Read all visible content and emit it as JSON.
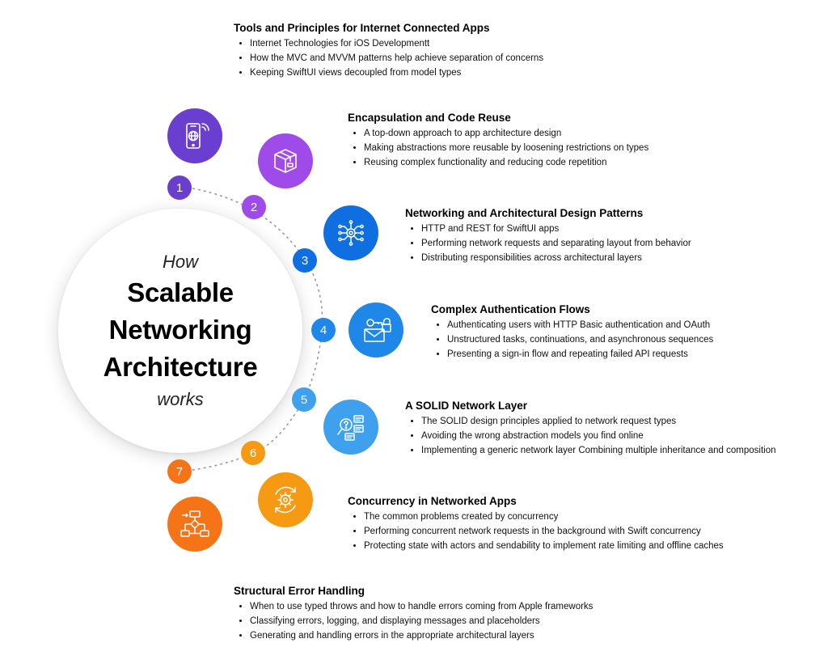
{
  "center": {
    "lead": "How",
    "title_lines": [
      "Scalable",
      "Networking",
      "Architecture"
    ],
    "tail": "works"
  },
  "icons": [
    {
      "name": "mobile-globe-icon",
      "color": "#6a3fd0"
    },
    {
      "name": "package-box-icon",
      "color": "#9f4bea"
    },
    {
      "name": "network-chip-icon",
      "color": "#0f6ee0"
    },
    {
      "name": "key-envelope-icon",
      "color": "#1f87e8"
    },
    {
      "name": "search-documents-icon",
      "color": "#3fa1ee"
    },
    {
      "name": "gear-cycle-icon",
      "color": "#f59a12"
    },
    {
      "name": "flowchart-icon",
      "color": "#f57418"
    }
  ],
  "sections": [
    {
      "number": "1",
      "color": "#6a3fd0",
      "title": "Tools and Principles for Internet Connected Apps",
      "items": [
        "Internet Technologies for iOS Developmentt",
        "How the MVC and MVVM patterns help achieve separation of concerns",
        "Keeping SwiftUI views decoupled from model types"
      ]
    },
    {
      "number": "2",
      "color": "#9f4bea",
      "title": "Encapsulation and Code Reuse",
      "items": [
        "A top-down approach to app architecture design",
        "Making abstractions more reusable by loosening restrictions on types",
        "Reusing complex functionality and reducing code repetition"
      ]
    },
    {
      "number": "3",
      "color": "#0f6ee0",
      "title": "Networking and Architectural Design Patterns",
      "items": [
        "HTTP and REST for SwiftUI apps",
        "Performing network requests and separating layout from behavior",
        "Distributing responsibilities across architectural layers"
      ]
    },
    {
      "number": "4",
      "color": "#1f87e8",
      "title": "Complex Authentication Flows",
      "items": [
        "Authenticating users with HTTP Basic authentication and OAuth",
        "Unstructured tasks, continuations, and asynchronous sequences",
        "Presenting a sign-in flow and repeating failed API requests"
      ]
    },
    {
      "number": "5",
      "color": "#3fa1ee",
      "title": "A SOLID Network Layer",
      "items": [
        "The SOLID design principles applied to network request types",
        "Avoiding the wrong abstraction models you find online",
        "Implementing a generic network layer Combining multiple inheritance and composition"
      ]
    },
    {
      "number": "6",
      "color": "#f59a12",
      "title": "Concurrency in Networked Apps",
      "items": [
        "The common problems created by concurrency",
        "Performing concurrent network requests in the background with Swift concurrency",
        "Protecting state with actors and sendability to implement rate limiting and offline caches"
      ]
    },
    {
      "number": "7",
      "color": "#f57418",
      "title": "Structural Error Handling",
      "items": [
        "When to use typed throws and how to handle errors coming from Apple frameworks",
        "Classifying errors, logging, and displaying messages and placeholders",
        "Generating and handling errors in the appropriate architectural layers"
      ]
    }
  ]
}
